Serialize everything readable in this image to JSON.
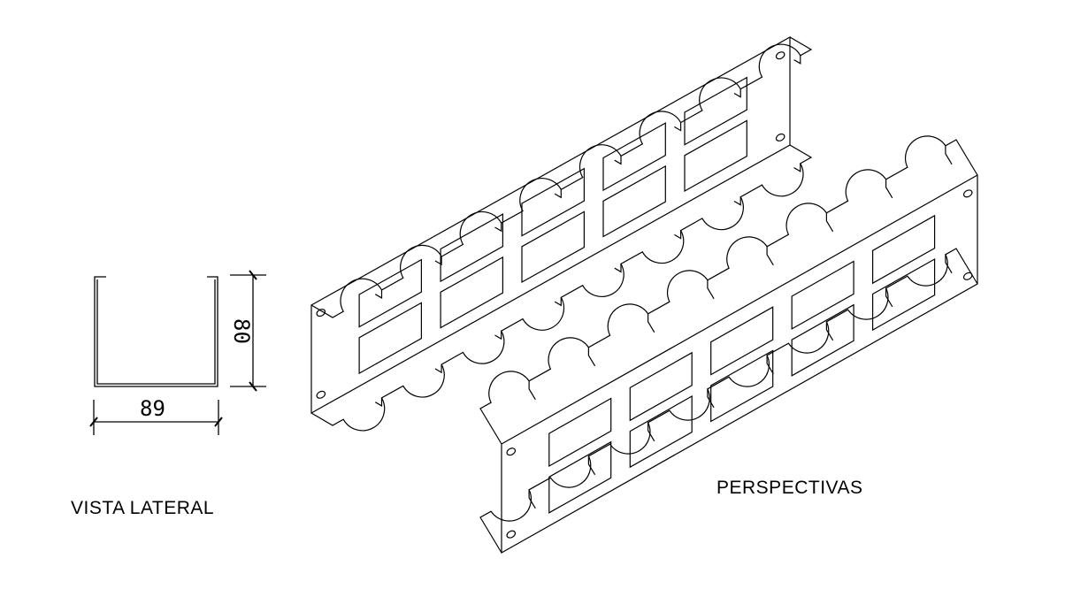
{
  "labels": {
    "side_view": "VISTA LATERAL",
    "perspectives": "PERSPECTIVAS"
  },
  "dimensions": {
    "width": "89",
    "height": "80"
  },
  "panels": [
    {
      "name": "rear-panel",
      "notches": 8,
      "window_columns": 5
    },
    {
      "name": "front-panel",
      "notches": 8,
      "window_columns": 5
    }
  ],
  "colors": {
    "line": "#000000",
    "background": "#ffffff"
  }
}
